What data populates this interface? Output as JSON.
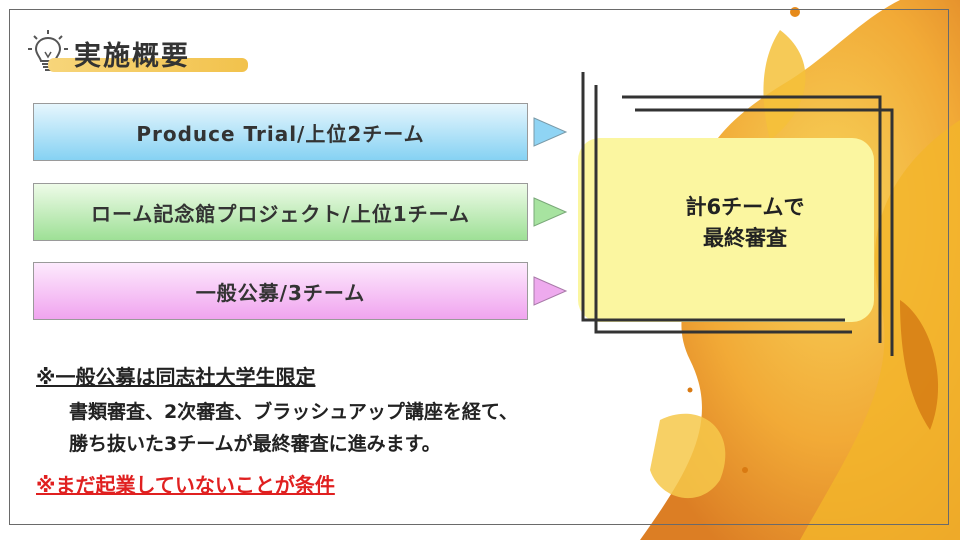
{
  "slide": {
    "title": "実施概要",
    "icon": "lightbulb-icon",
    "colors": {
      "accent_underline": "#f2c24c",
      "blue_box": "#86d2f3",
      "green_box": "#9ee096",
      "pink_box": "#f0a4ef",
      "result_card": "#fbf6a0",
      "condition_text": "#e02020"
    }
  },
  "categories": [
    {
      "label": "Produce Trial/上位2チーム",
      "arrow_color": "#8fd4f4"
    },
    {
      "label": "ローム記念館プロジェクト/上位1チーム",
      "arrow_color": "#a7e3a0"
    },
    {
      "label": "一般公募/3チーム",
      "arrow_color": "#eeaaee"
    }
  ],
  "result": {
    "line1": "計6チームで",
    "line2": "最終審査"
  },
  "note": {
    "title": "※一般公募は同志社大学生限定",
    "line1": "書類審査、2次審査、ブラッシュアップ講座を経て、",
    "line2": "勝ち抜いた3チームが最終審査に進みます。"
  },
  "condition": "※まだ起業していないことが条件"
}
